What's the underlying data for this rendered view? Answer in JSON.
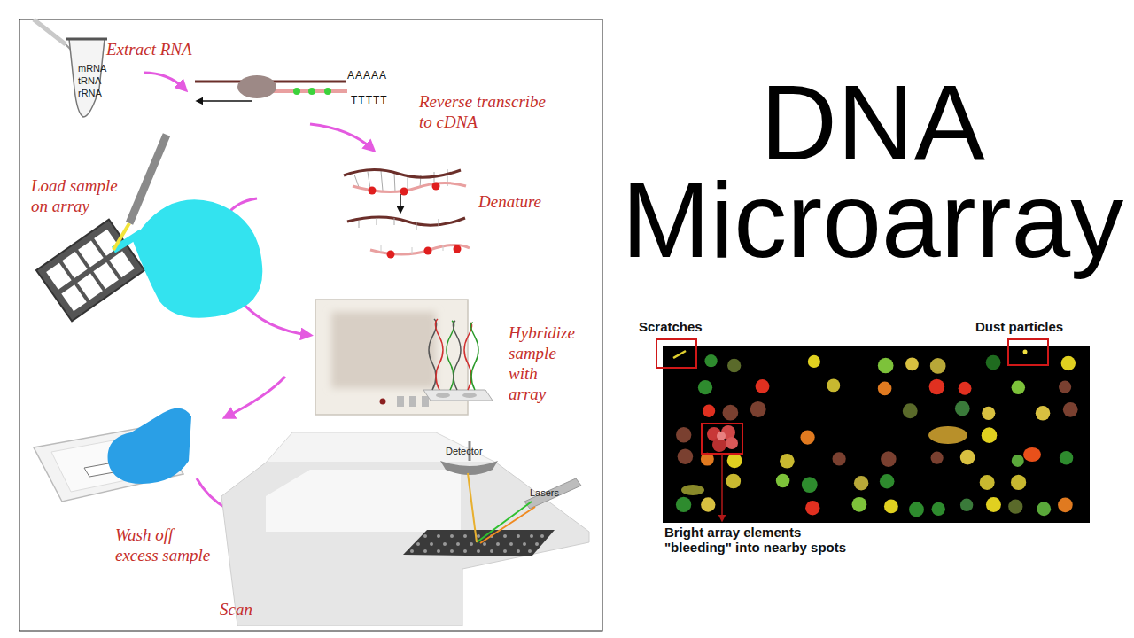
{
  "diagram": {
    "title": "DNA Microarray",
    "labels": [
      "Extract RNA",
      "mRNA",
      "tRNA",
      "rRNA",
      "AAAAA",
      "TTTTT",
      "Reverse transcribe to cDNA",
      "Denature",
      "Load sample on array",
      "Hybridize sample with array",
      "Wash off excess sample",
      "Detector",
      "Lasers",
      "Scan",
      "Scratches",
      "Dust particles",
      "Bright array elements \"bleeding\" into nearby spots"
    ]
  }
}
